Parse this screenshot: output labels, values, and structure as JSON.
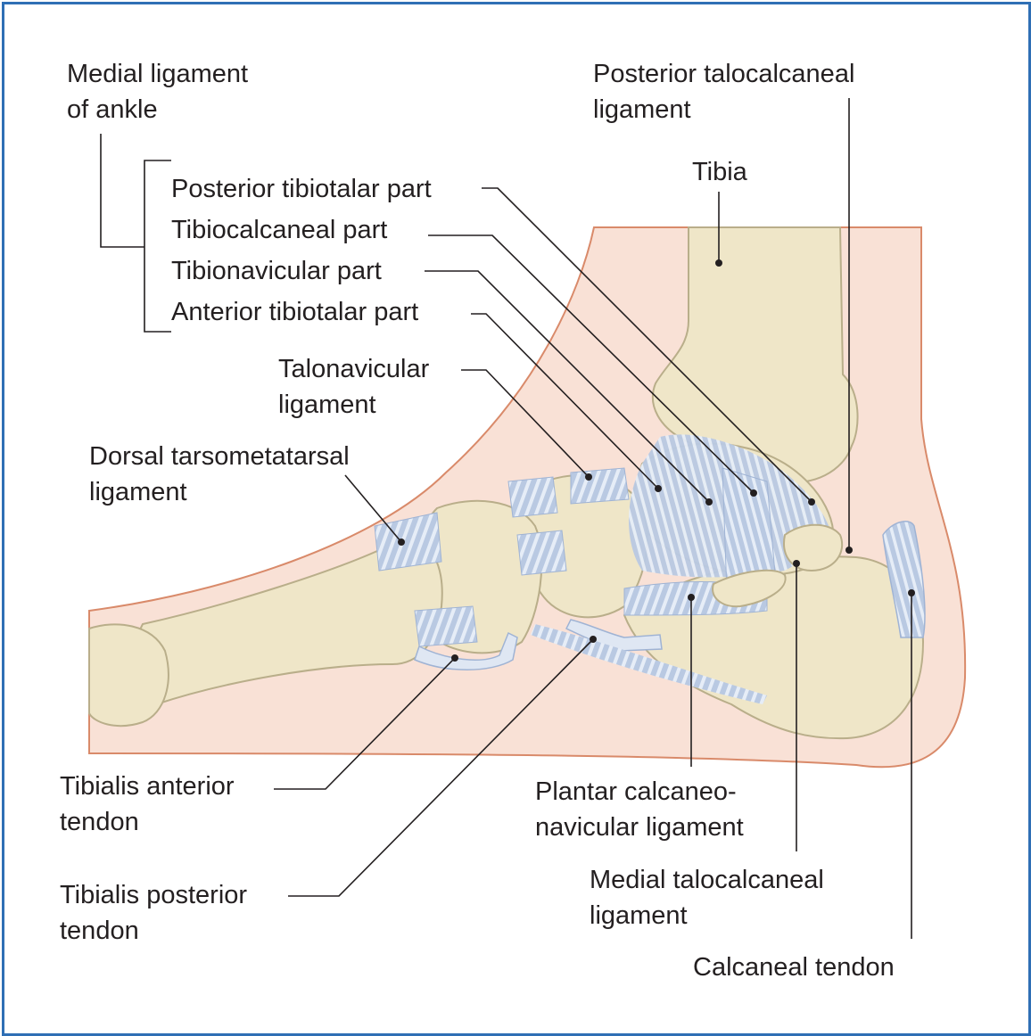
{
  "labels": {
    "medial_ligament": [
      "Medial ligament",
      "of ankle"
    ],
    "posterior_tibiotalar": "Posterior tibiotalar part",
    "tibiocalcaneal": "Tibiocalcaneal part",
    "tibionavicular": "Tibionavicular part",
    "anterior_tibiotalar": "Anterior tibiotalar part",
    "talonavicular": [
      "Talonavicular",
      "ligament"
    ],
    "dorsal_tarsometatarsal": [
      "Dorsal tarsometatarsal",
      "ligament"
    ],
    "posterior_talocalcaneal": [
      "Posterior talocalcaneal",
      "ligament"
    ],
    "tibia": "Tibia",
    "tibialis_anterior": [
      "Tibialis anterior",
      "tendon"
    ],
    "tibialis_posterior": [
      "Tibialis posterior",
      "tendon"
    ],
    "plantar_calcaneonavicular": [
      "Plantar calcaneo-",
      "navicular ligament"
    ],
    "medial_talocalcaneal": [
      "Medial talocalcaneal",
      "ligament"
    ],
    "calcaneal_tendon": "Calcaneal tendon"
  },
  "colors": {
    "frame": "#2f6fb5",
    "skin": "#f9e1d6",
    "skin_outline": "#d98a6a",
    "bone": "#efe6c8",
    "bone_outline": "#b9ae8a",
    "ligament": "#b9c9e2",
    "ligament_stripe": "#e6edf7",
    "text": "#231f20"
  }
}
